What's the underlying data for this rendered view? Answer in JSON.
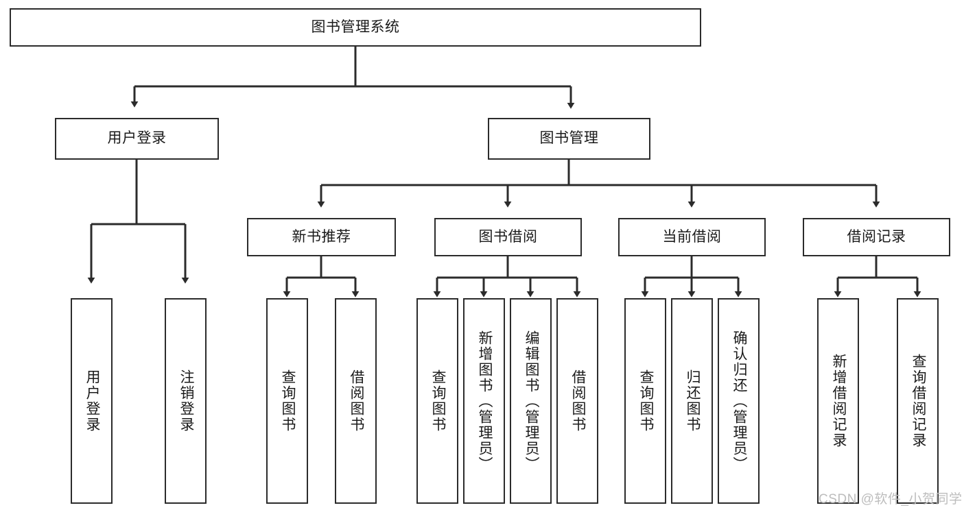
{
  "diagram": {
    "title": "图书管理系统",
    "type": "tree",
    "orientation": "top-down",
    "colors": {
      "border": "#2b2b2b",
      "background": "#ffffff",
      "text": "#1a1a1a",
      "watermark": "#bdbdbd"
    }
  },
  "nodes": {
    "root": {
      "label": "图书管理系统"
    },
    "level2": [
      {
        "label": "用户登录"
      },
      {
        "label": "图书管理"
      }
    ],
    "level3": [
      {
        "label": "新书推荐"
      },
      {
        "label": "图书借阅"
      },
      {
        "label": "当前借阅"
      },
      {
        "label": "借阅记录"
      }
    ],
    "leaves": {
      "user_login": [
        {
          "label": "用户登录"
        },
        {
          "label": "注销登录"
        }
      ],
      "new_book_recommend": [
        {
          "label": "查询图书"
        },
        {
          "label": "借阅图书"
        }
      ],
      "book_borrow": [
        {
          "label": "查询图书"
        },
        {
          "label": "新增图书（管理员）"
        },
        {
          "label": "编辑图书（管理员）"
        },
        {
          "label": "借阅图书"
        }
      ],
      "current_borrow": [
        {
          "label": "查询图书"
        },
        {
          "label": "归还图书"
        },
        {
          "label": "确认归还（管理员）"
        }
      ],
      "borrow_records": [
        {
          "label": "新增借阅记录"
        },
        {
          "label": "查询借阅记录"
        }
      ]
    }
  },
  "watermark": {
    "text": "CSDN @软件_小贺同学"
  }
}
